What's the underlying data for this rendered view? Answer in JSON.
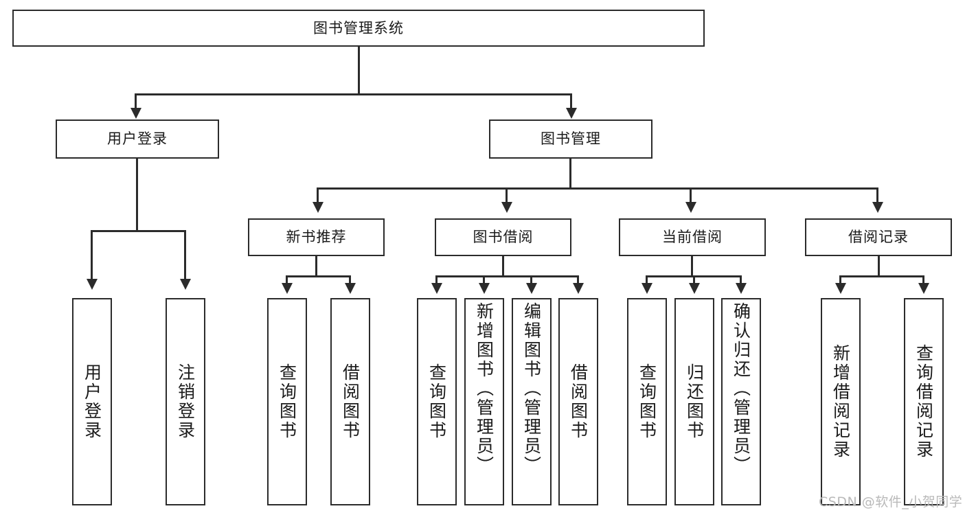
{
  "diagram": {
    "type": "tree-hierarchy",
    "title": "图书管理系统",
    "root": {
      "label": "图书管理系统"
    },
    "level1": [
      {
        "label": "用户登录"
      },
      {
        "label": "图书管理"
      }
    ],
    "level2": [
      {
        "label": "新书推荐",
        "parent": "图书管理"
      },
      {
        "label": "图书借阅",
        "parent": "图书管理"
      },
      {
        "label": "当前借阅",
        "parent": "图书管理"
      },
      {
        "label": "借阅记录",
        "parent": "图书管理"
      }
    ],
    "leaves": {
      "user_login": [
        {
          "label": "用户登录"
        },
        {
          "label": "注销登录"
        }
      ],
      "new_book": [
        {
          "label": "查询图书"
        },
        {
          "label": "借阅图书"
        }
      ],
      "book_borrow": [
        {
          "label": "查询图书"
        },
        {
          "label": "新增图书（管理员）"
        },
        {
          "label": "编辑图书（管理员）"
        },
        {
          "label": "借阅图书"
        }
      ],
      "current_borrow": [
        {
          "label": "查询图书"
        },
        {
          "label": "归还图书"
        },
        {
          "label": "确认归还（管理员）"
        }
      ],
      "borrow_record": [
        {
          "label": "新增借阅记录"
        },
        {
          "label": "查询借阅记录"
        }
      ]
    }
  },
  "watermark": {
    "text": "CSDN @软件_小贺同学"
  },
  "colors": {
    "stroke": "#2b2b2b",
    "fill": "#ffffff",
    "text": "#1a1a1a",
    "watermark": "#b9b9b9"
  }
}
